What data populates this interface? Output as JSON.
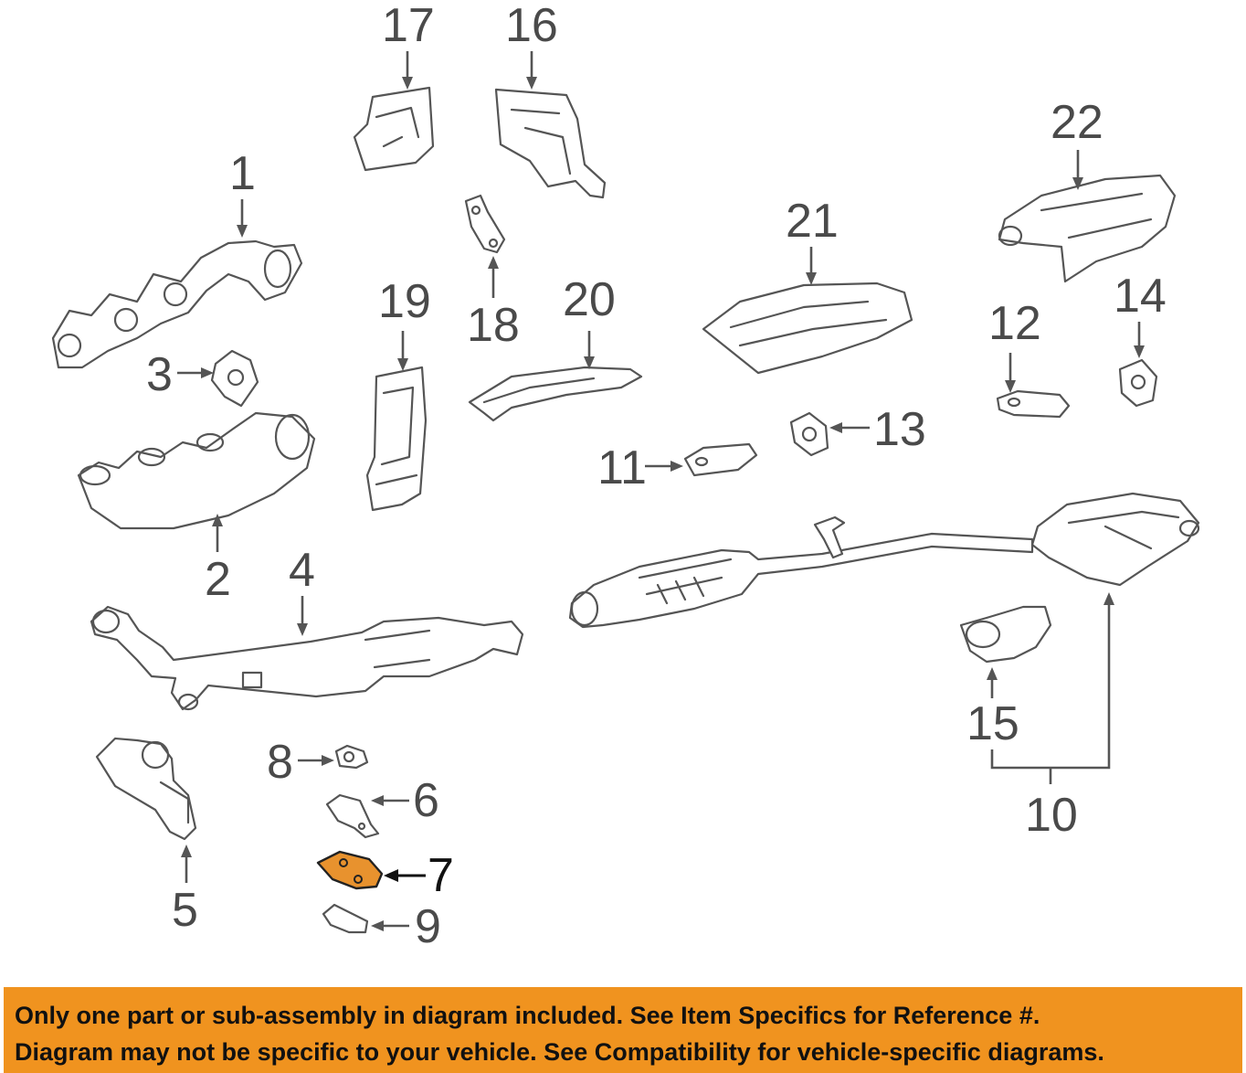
{
  "diagram": {
    "callouts": [
      {
        "id": "1",
        "label": "1"
      },
      {
        "id": "2",
        "label": "2"
      },
      {
        "id": "3",
        "label": "3"
      },
      {
        "id": "4",
        "label": "4"
      },
      {
        "id": "5",
        "label": "5"
      },
      {
        "id": "6",
        "label": "6"
      },
      {
        "id": "7",
        "label": "7",
        "highlighted": true
      },
      {
        "id": "8",
        "label": "8"
      },
      {
        "id": "9",
        "label": "9"
      },
      {
        "id": "10",
        "label": "10"
      },
      {
        "id": "11",
        "label": "11"
      },
      {
        "id": "12",
        "label": "12"
      },
      {
        "id": "13",
        "label": "13"
      },
      {
        "id": "14",
        "label": "14"
      },
      {
        "id": "15",
        "label": "15"
      },
      {
        "id": "16",
        "label": "16"
      },
      {
        "id": "17",
        "label": "17"
      },
      {
        "id": "18",
        "label": "18"
      },
      {
        "id": "19",
        "label": "19"
      },
      {
        "id": "20",
        "label": "20"
      },
      {
        "id": "21",
        "label": "21"
      },
      {
        "id": "22",
        "label": "22"
      }
    ],
    "highlight_color": "#e8922e",
    "line_color": "#555555"
  },
  "banner": {
    "line1": "Only one part or sub-assembly in diagram included. See Item Specifics for Reference #.",
    "line2": "Diagram may not be specific to your vehicle. See Compatibility for vehicle-specific diagrams.",
    "background": "#f0931f"
  }
}
